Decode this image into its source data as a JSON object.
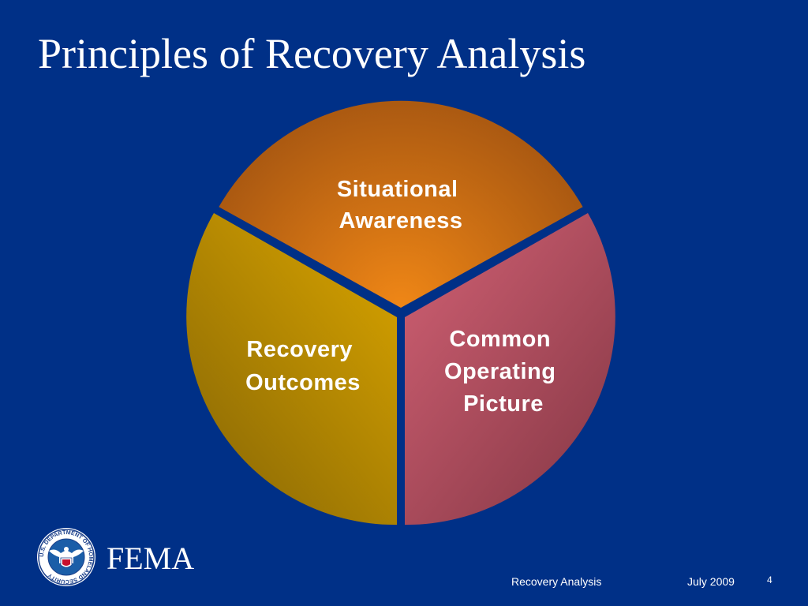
{
  "slide": {
    "title": "Principles of Recovery Analysis"
  },
  "diagram": {
    "segments": [
      {
        "label": [
          "Situational",
          "Awareness"
        ],
        "color": "#e27d17"
      },
      {
        "label": [
          "Recovery",
          "Outcomes"
        ],
        "color": "#c79300"
      },
      {
        "label": [
          "Common",
          "Operating",
          "Picture"
        ],
        "color": "#b85063"
      }
    ]
  },
  "logo": {
    "wordmark": "FEMA",
    "seal_text": "U.S. DEPARTMENT OF HOMELAND SECURITY"
  },
  "footer": {
    "presentation": "Recovery Analysis",
    "date": "July 2009",
    "page": "4"
  }
}
